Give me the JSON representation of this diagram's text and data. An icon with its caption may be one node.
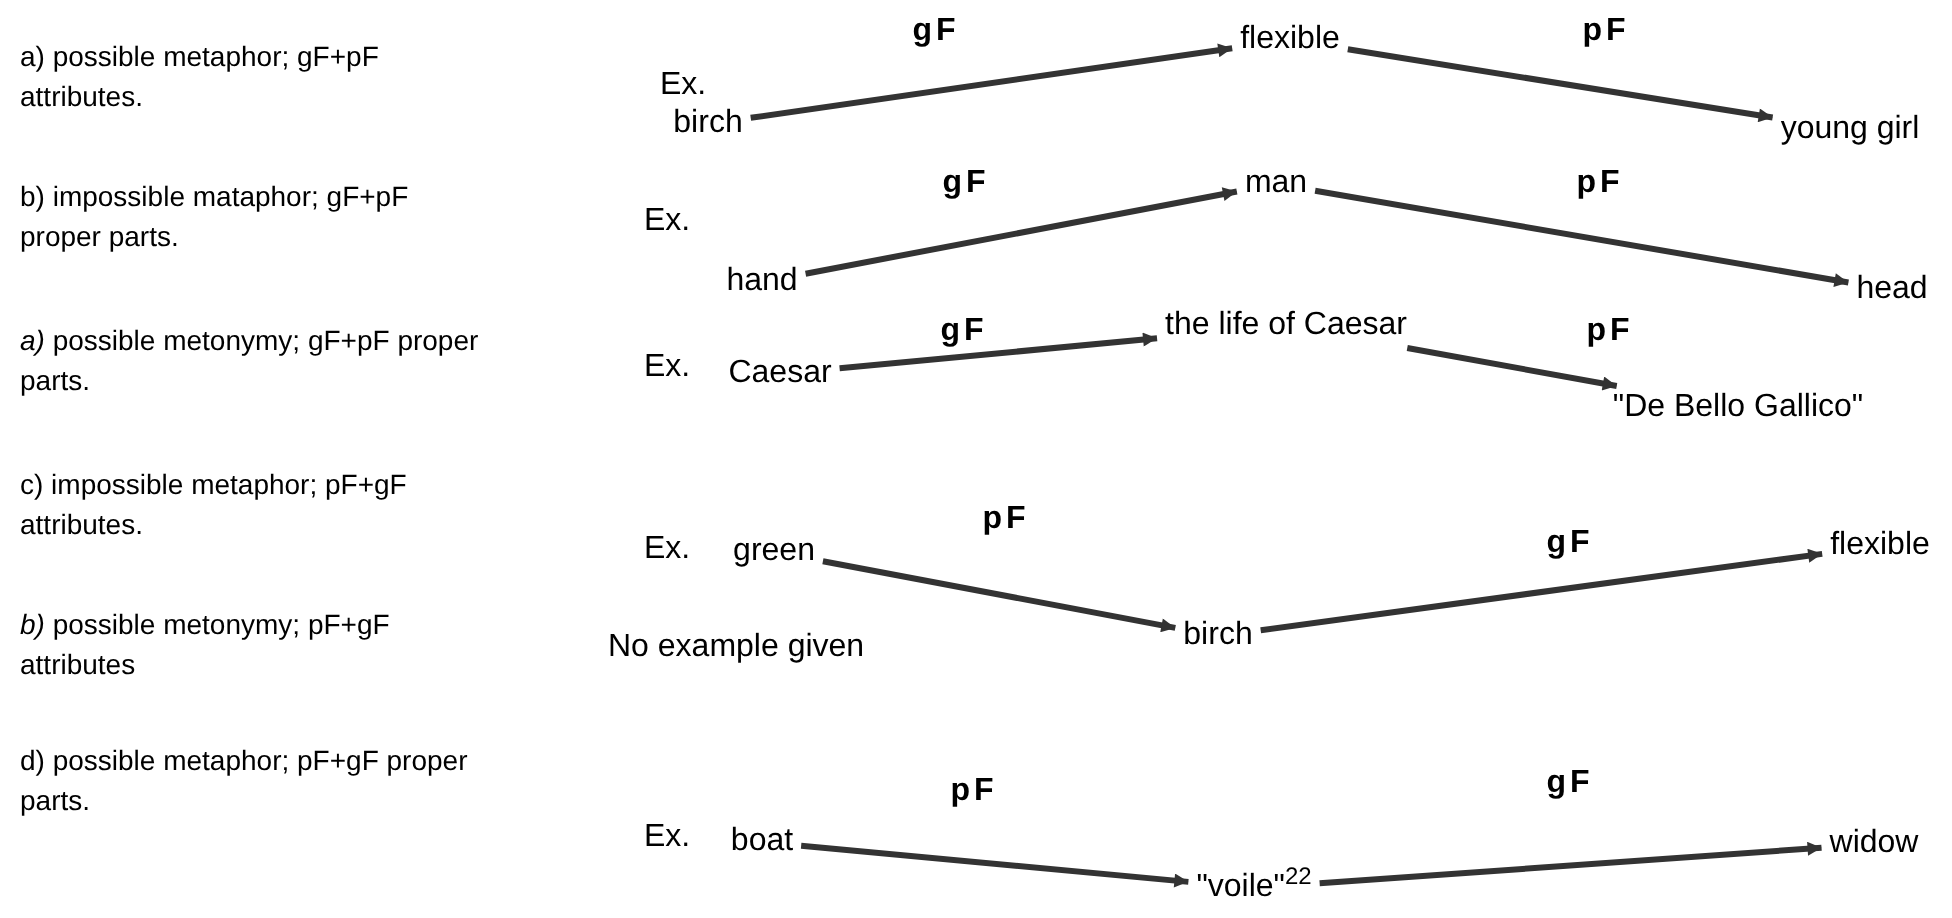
{
  "diagram": {
    "nodes": [
      {
        "text": [
          "birch"
        ]
      },
      {
        "text": [
          "flexible"
        ]
      },
      {
        "text": [
          "young girl"
        ]
      },
      {
        "text": [
          "hand"
        ]
      },
      {
        "text": [
          "man"
        ]
      },
      {
        "text": [
          "head"
        ]
      },
      {
        "text": [
          "Caesar"
        ]
      },
      {
        "text": [
          "the life of Caesar"
        ]
      },
      {
        "text": [
          "\"De Bello Gallico\""
        ]
      },
      {
        "text": [
          "green"
        ]
      },
      {
        "text": [
          "birch"
        ]
      },
      {
        "text": [
          "flexible"
        ]
      },
      {
        "text": [
          "boat"
        ]
      },
      {
        "text": [
          "\"voile\"$^{22}$"
        ]
      },
      {
        "text": [
          "widow"
        ]
      }
    ],
    "edges": [
      {
        "from": 0,
        "to": 1,
        "arrow": "to",
        "label": "gF"
      },
      {
        "from": 1,
        "to": 2,
        "arrow": "to",
        "label": "pF"
      },
      {
        "from": 3,
        "to": 4,
        "arrow": "to",
        "label": "gF"
      },
      {
        "from": 4,
        "to": 5,
        "arrow": "to",
        "label": "pF"
      },
      {
        "from": 6,
        "to": 7,
        "arrow": "to",
        "label": "gF"
      },
      {
        "from": 7,
        "to": 8,
        "arrow": "to",
        "label": "pF"
      },
      {
        "from": 9,
        "to": 10,
        "arrow": "to",
        "label": "pF"
      },
      {
        "from": 10,
        "to": 11,
        "arrow": "to",
        "label": "gF"
      },
      {
        "from": 12,
        "to": 13,
        "arrow": "to",
        "label": "pF"
      },
      {
        "from": 13,
        "to": 14,
        "arrow": "to",
        "label": "gF"
      }
    ],
    "labels": [
      "a) possible metaphor; gF+pF attributes.",
      "Ex.",
      "b) impossible mataphor; gF+pF proper parts.",
      "Ex.",
      "*a)* possible metonymy; gF+pF proper parts.",
      "Ex.",
      "c) impossible metaphor; pF+gF attributes.",
      "Ex.",
      "*b)* possible metonymy; pF+gF attributes",
      "No example given",
      "d) possible metaphor; pF+gF proper parts.",
      "Ex."
    ]
  }
}
